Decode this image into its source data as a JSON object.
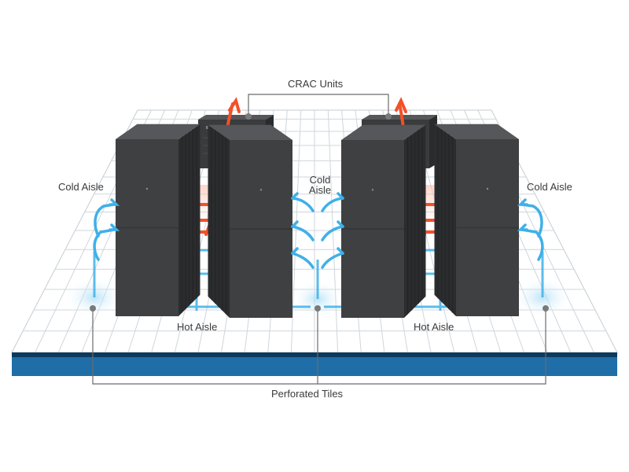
{
  "labels": {
    "crac_units": "CRAC Units",
    "cold_aisle_left": "Cold Aisle",
    "cold_aisle_center_line1": "Cold",
    "cold_aisle_center_line2": "Aisle",
    "cold_aisle_right": "Cold Aisle",
    "hot_aisle_left": "Hot Aisle",
    "hot_aisle_right": "Hot Aisle",
    "perforated_tiles": "Perforated Tiles"
  },
  "colors": {
    "floor_top": "#ffffff",
    "grid_line": "#cfd6dc",
    "floor_edge": "#1f6ea8",
    "rack_front": "#3f4042",
    "rack_side": "#2b2c2e",
    "rack_top": "#55575a",
    "cold_air": "#3fb0e8",
    "hot_air": "#f2512a",
    "callout_line": "#6b6b6b"
  }
}
